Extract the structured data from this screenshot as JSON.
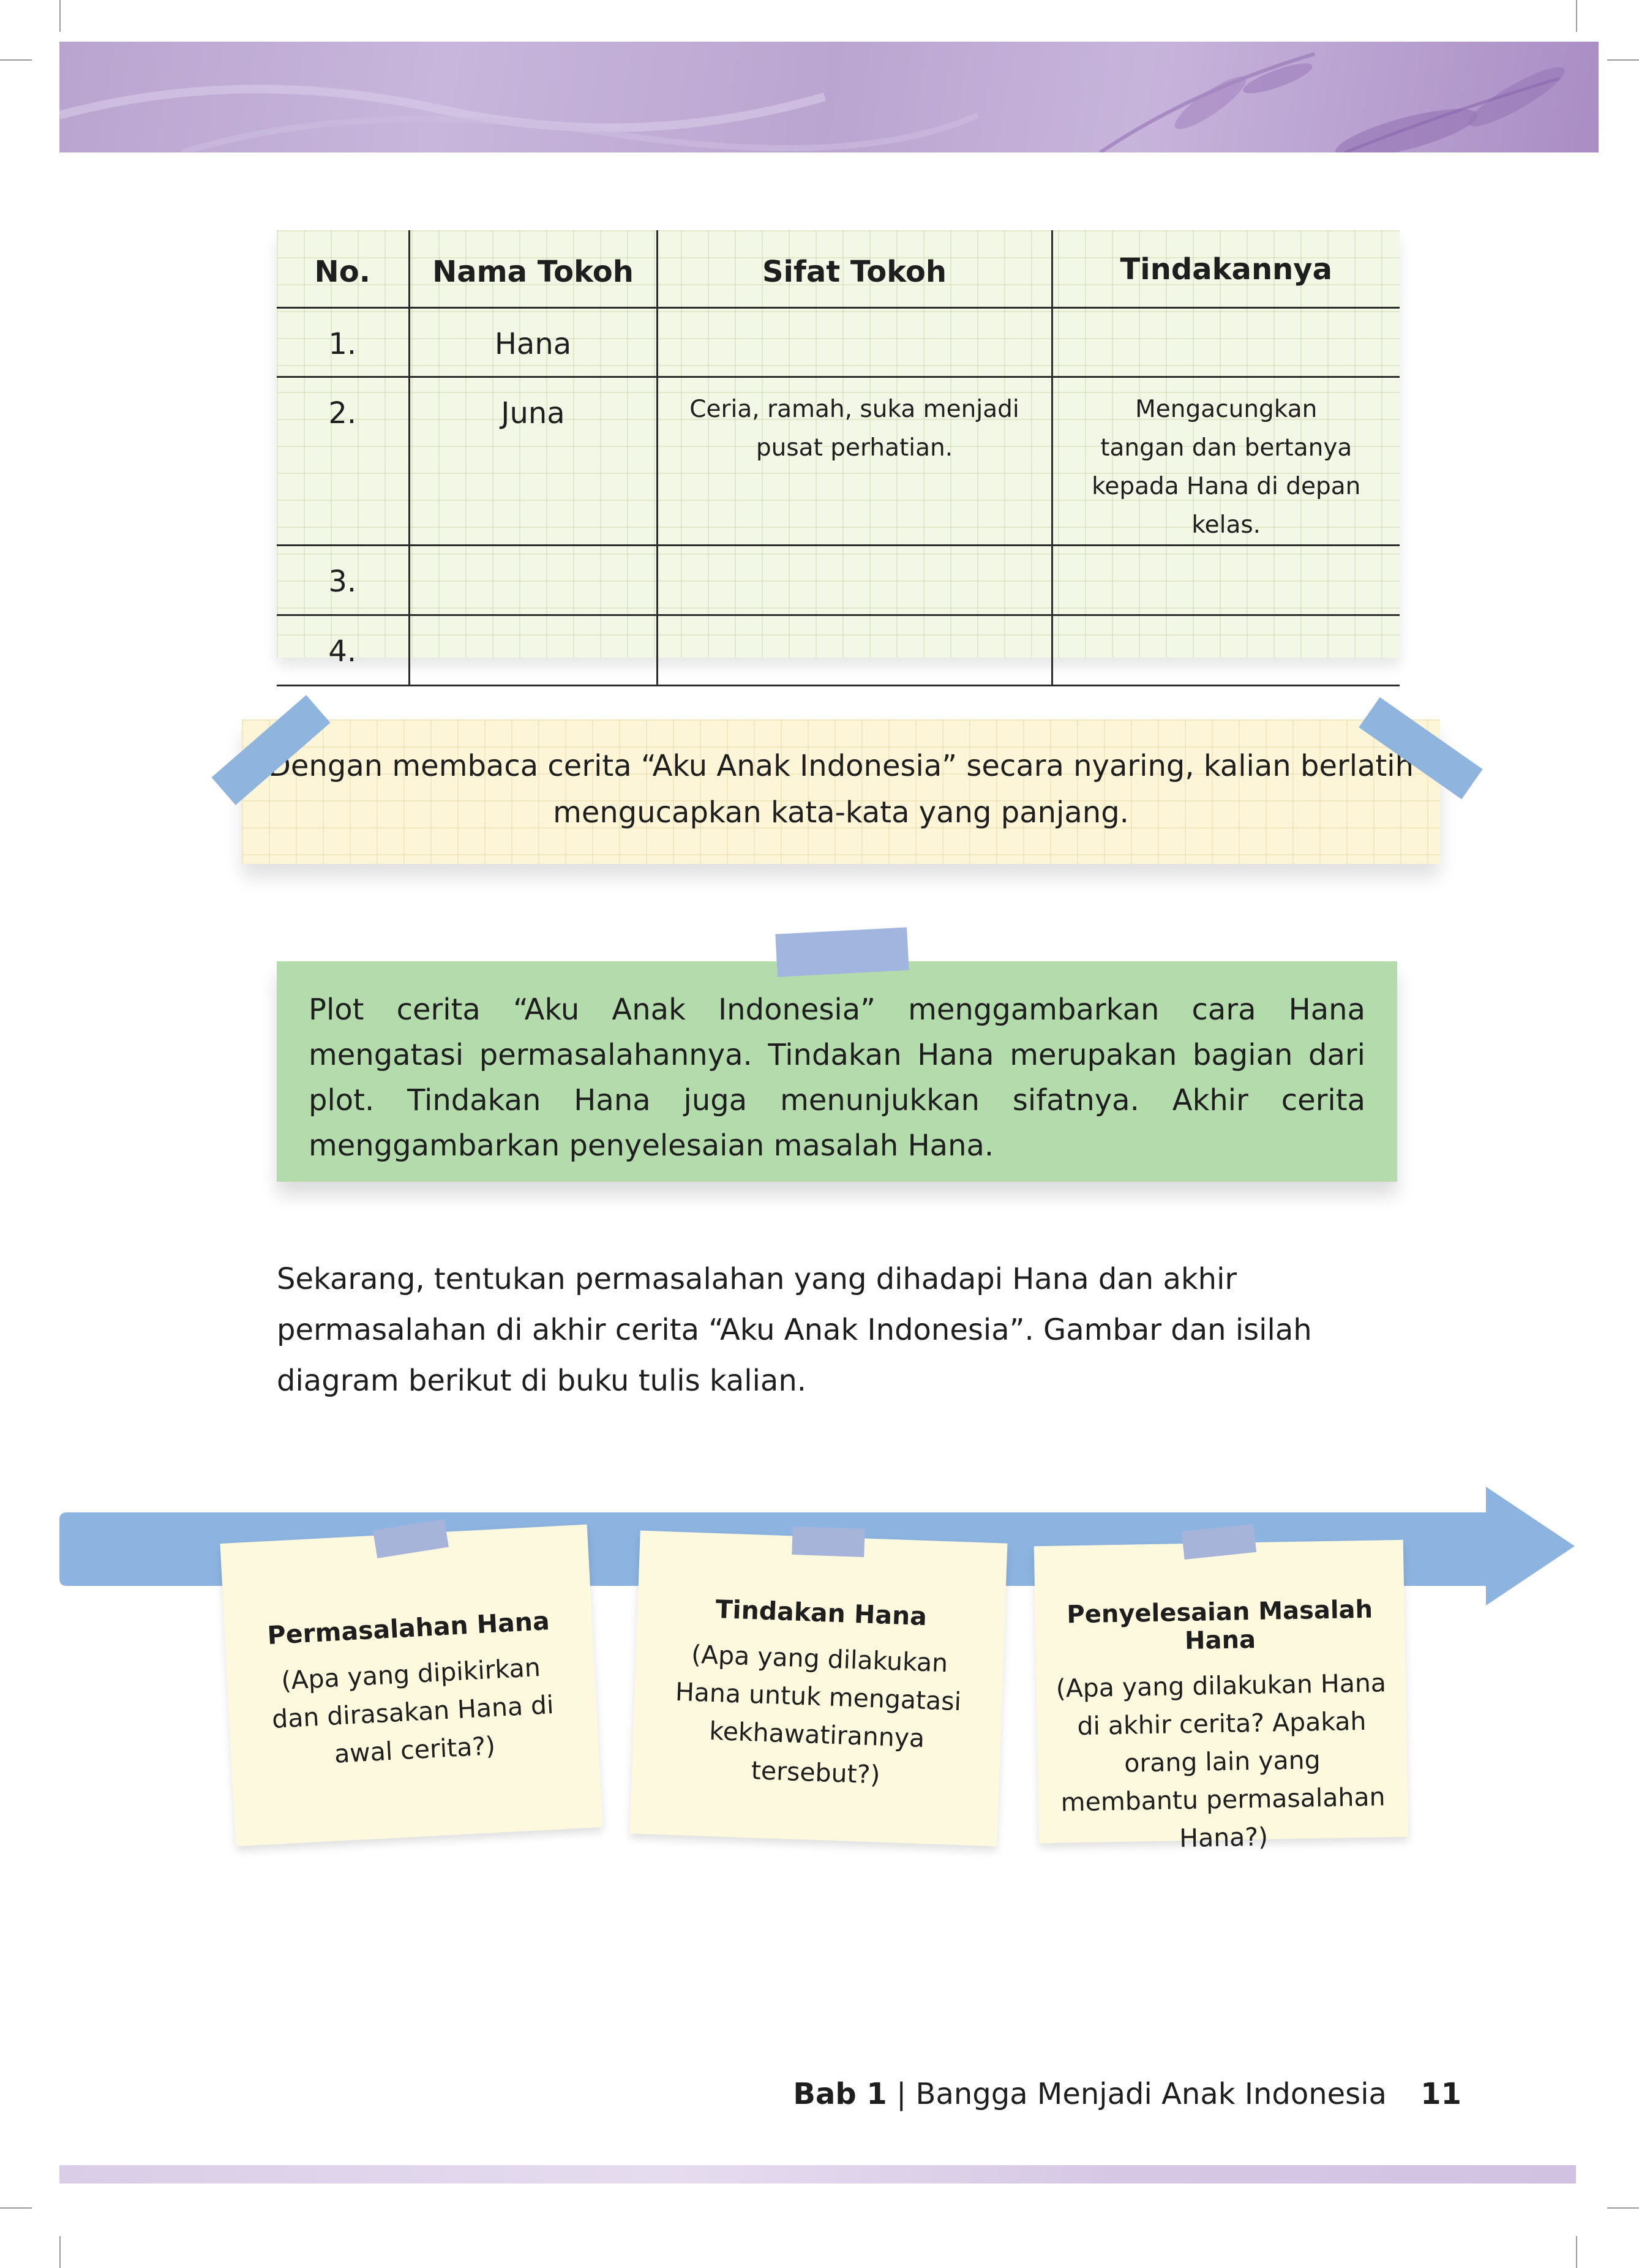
{
  "table": {
    "headers": [
      "No.",
      "Nama Tokoh",
      "Sifat Tokoh",
      "Tindakannya"
    ],
    "rows": [
      {
        "no": "1.",
        "name": "Hana",
        "trait": "",
        "action": ""
      },
      {
        "no": "2.",
        "name": "Juna",
        "trait": "Ceria, ramah, suka menjadi pusat perhatian.",
        "action": "Mengacungkan tangan dan bertanya kepada Hana di depan kelas."
      },
      {
        "no": "3.",
        "name": "",
        "trait": "",
        "action": ""
      },
      {
        "no": "4.",
        "name": "",
        "trait": "",
        "action": ""
      }
    ]
  },
  "yellow_note": {
    "line1": "Dengan membaca cerita “Aku Anak Indonesia” secara nyaring, kalian berlatih",
    "line2": "mengucapkan kata-kata yang panjang."
  },
  "green_note": {
    "text": "Plot cerita “Aku Anak Indonesia” menggambarkan cara Hana mengatasi permasalahannya. Tindakan Hana merupakan bagian dari plot. Tindakan Hana juga menunjukkan sifatnya. Akhir cerita menggambarkan penyelesaian masalah Hana."
  },
  "instruction": {
    "text": "Sekarang, tentukan permasalahan yang dihadapi Hana dan akhir permasalahan di akhir cerita “Aku Anak Indonesia”. Gambar dan isilah diagram berikut di buku tulis kalian."
  },
  "diagram": {
    "arrow_color": "#8db4e0",
    "cards": [
      {
        "title": "Permasalahan Hana",
        "body": "(Apa yang dipikirkan dan dirasakan Hana di awal cerita?)"
      },
      {
        "title": "Tindakan Hana",
        "body": "(Apa yang dilakukan Hana untuk mengatasi kekhawatirannya tersebut?)"
      },
      {
        "title": "Penyelesaian Masalah Hana",
        "body": "(Apa yang dilakukan Hana di akhir cerita? Apakah orang lain yang membantu permasalahan Hana?)"
      }
    ]
  },
  "footer": {
    "chapter": "Bab 1",
    "separator": "|",
    "title": "Bangga Menjadi Anak Indonesia",
    "page": "11"
  }
}
